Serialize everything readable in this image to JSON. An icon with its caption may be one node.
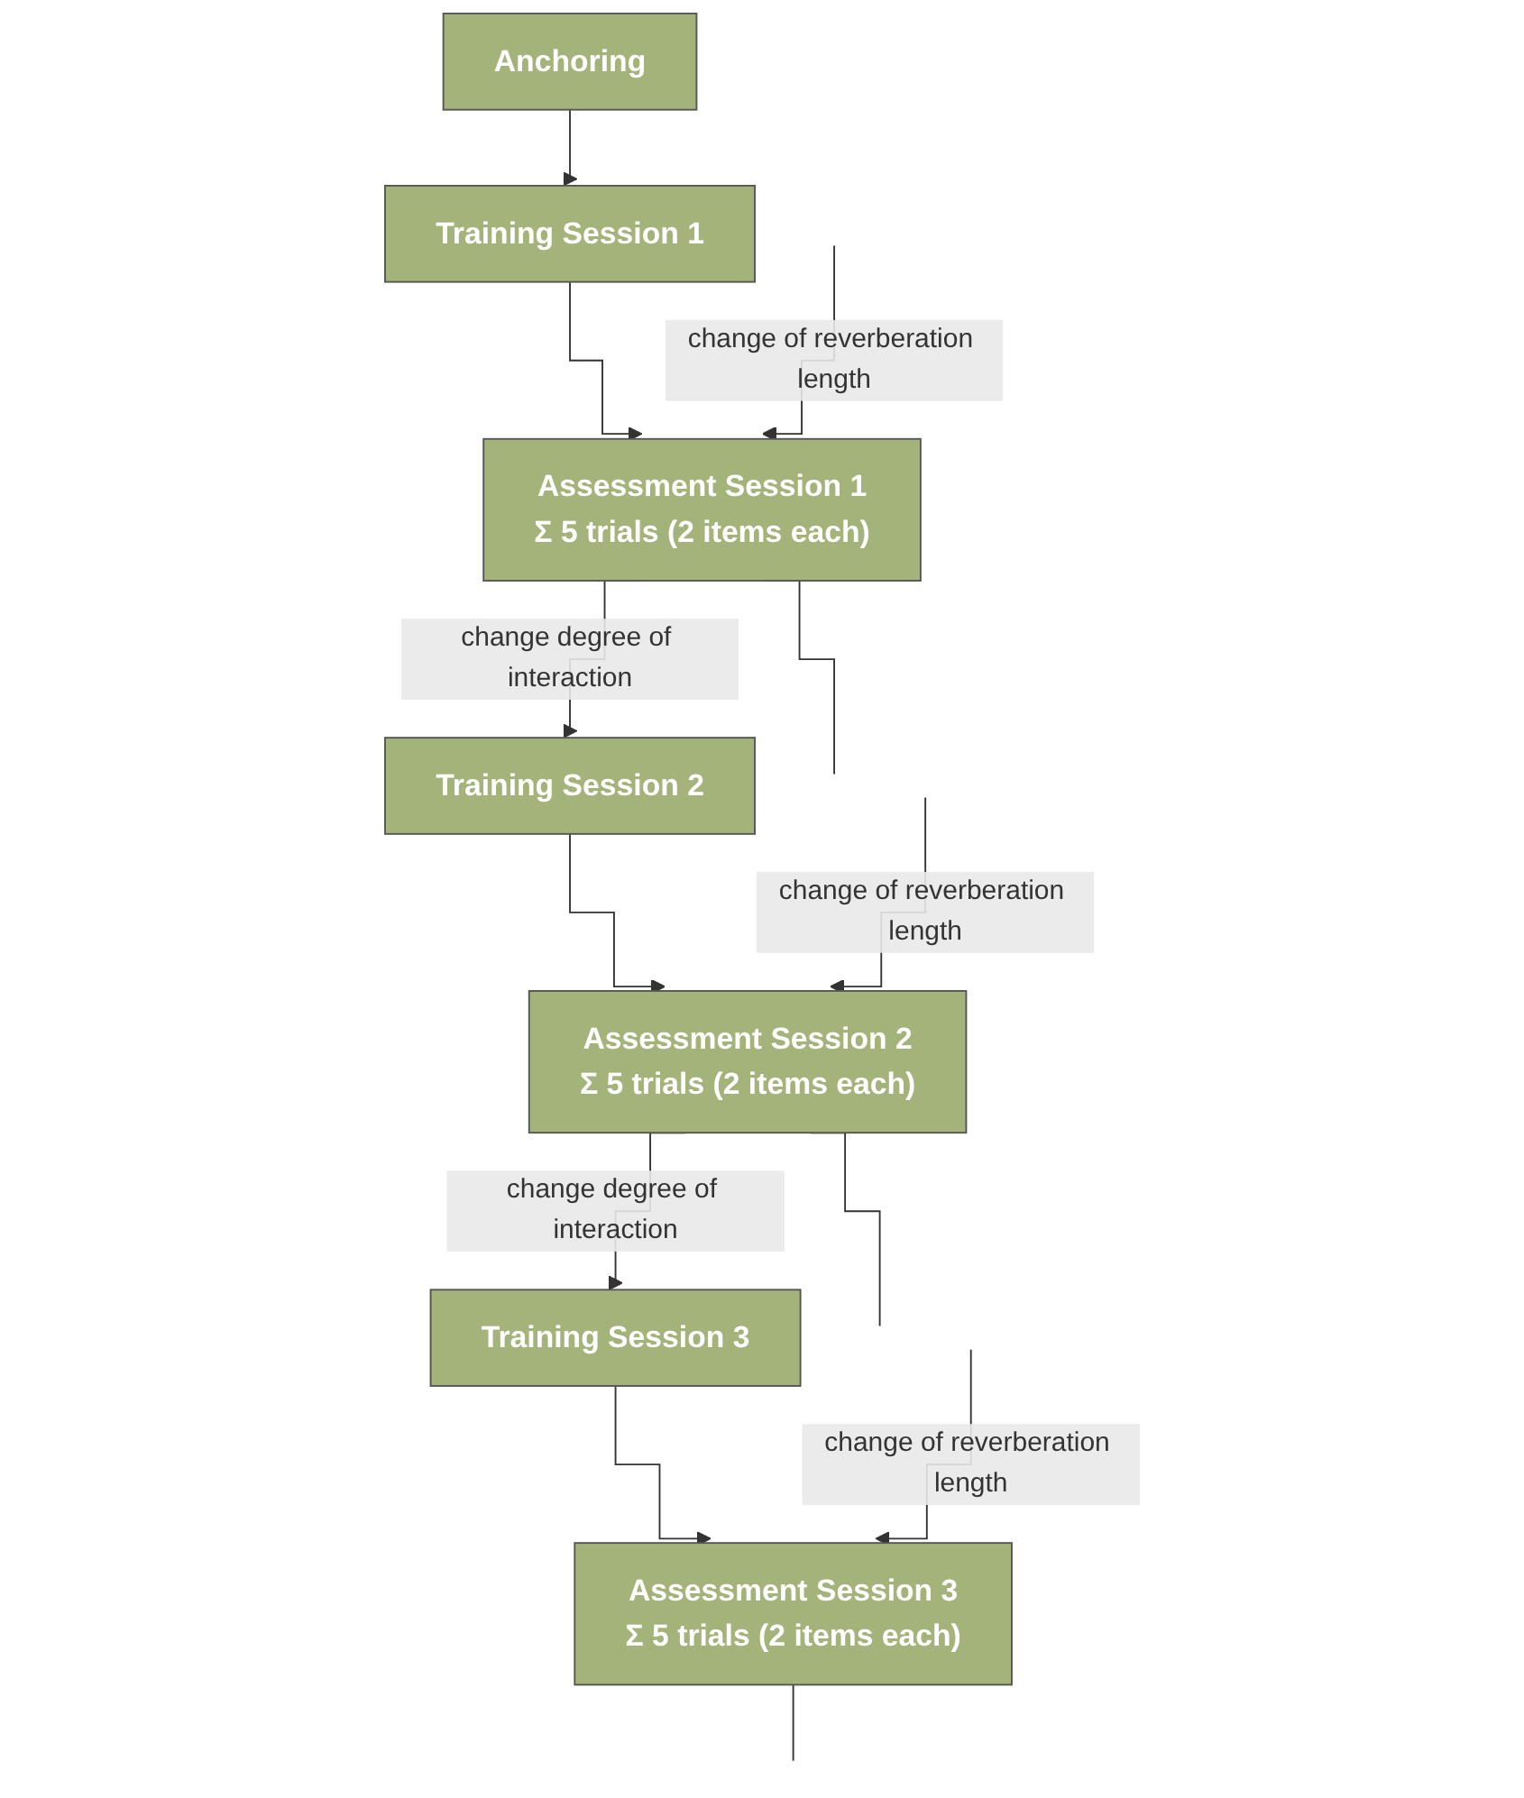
{
  "diagram": {
    "nodes": [
      {
        "text": [
          "Anchoring"
        ]
      },
      {
        "text": [
          "Training Session 1"
        ]
      },
      {
        "text": [
          "Assessment Session 1",
          "Σ 5 trials (2 items each)"
        ]
      },
      {
        "text": [
          "Training Session 2"
        ]
      },
      {
        "text": [
          "Assessment Session 2",
          "Σ 5 trials (2 items each)"
        ]
      },
      {
        "text": [
          "Training Session 3"
        ]
      },
      {
        "text": [
          "Assessment Session 3",
          "Σ 5 trials (2 items each)"
        ]
      }
    ],
    "edges": [
      {
        "from": 0,
        "to": 1,
        "arrow": "to"
      },
      {
        "from": 1,
        "to": 2,
        "arrow": "to"
      },
      {
        "from": null,
        "to": 2,
        "arrow": "to",
        "label": "change of reverberation length"
      },
      {
        "from": 2,
        "to": null,
        "arrow": "none"
      },
      {
        "from": 2,
        "to": 3,
        "arrow": "to",
        "label": "change degree of interaction"
      },
      {
        "from": 3,
        "to": 4,
        "arrow": "to"
      },
      {
        "from": null,
        "to": 4,
        "arrow": "to",
        "label": "change of reverberation length"
      },
      {
        "from": 4,
        "to": null,
        "arrow": "none"
      },
      {
        "from": 4,
        "to": 5,
        "arrow": "to",
        "label": "change degree of interaction"
      },
      {
        "from": 5,
        "to": 6,
        "arrow": "to"
      },
      {
        "from": null,
        "to": 6,
        "arrow": "to",
        "label": "change of reverberation length"
      },
      {
        "from": 6,
        "to": null,
        "arrow": "none"
      }
    ]
  }
}
